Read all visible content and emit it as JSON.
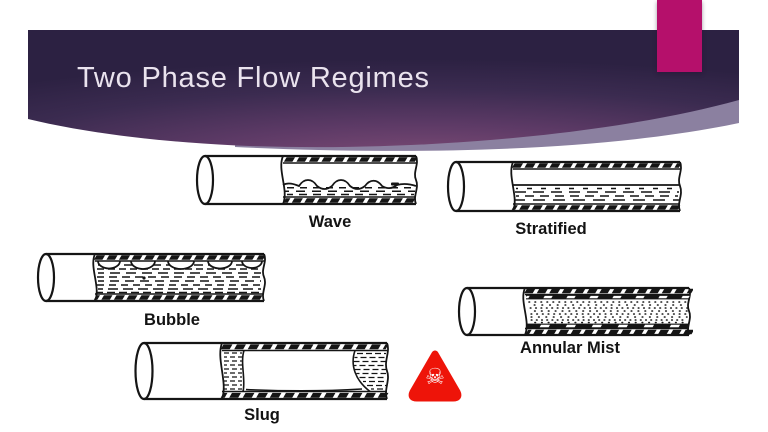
{
  "slide": {
    "title": "Two Phase Flow Regimes"
  },
  "theme": {
    "accent_bar_color": "#b5106b",
    "banner_dark": "#2c2142",
    "banner_mid": "#5d3a66",
    "banner_highlight": "#824e78",
    "banner_wedge": "#8b80a0",
    "title_color": "#eae3ee",
    "ink": "#151515",
    "warning_red": "#ee1409"
  },
  "diagrams": [
    {
      "id": "wave",
      "label": "Wave"
    },
    {
      "id": "stratified",
      "label": "Stratified"
    },
    {
      "id": "bubble",
      "label": "Bubble"
    },
    {
      "id": "annular-mist",
      "label": "Annular Mist"
    },
    {
      "id": "slug",
      "label": "Slug"
    }
  ],
  "warning": {
    "name": "skull-crossbones",
    "glyph": "☠"
  }
}
